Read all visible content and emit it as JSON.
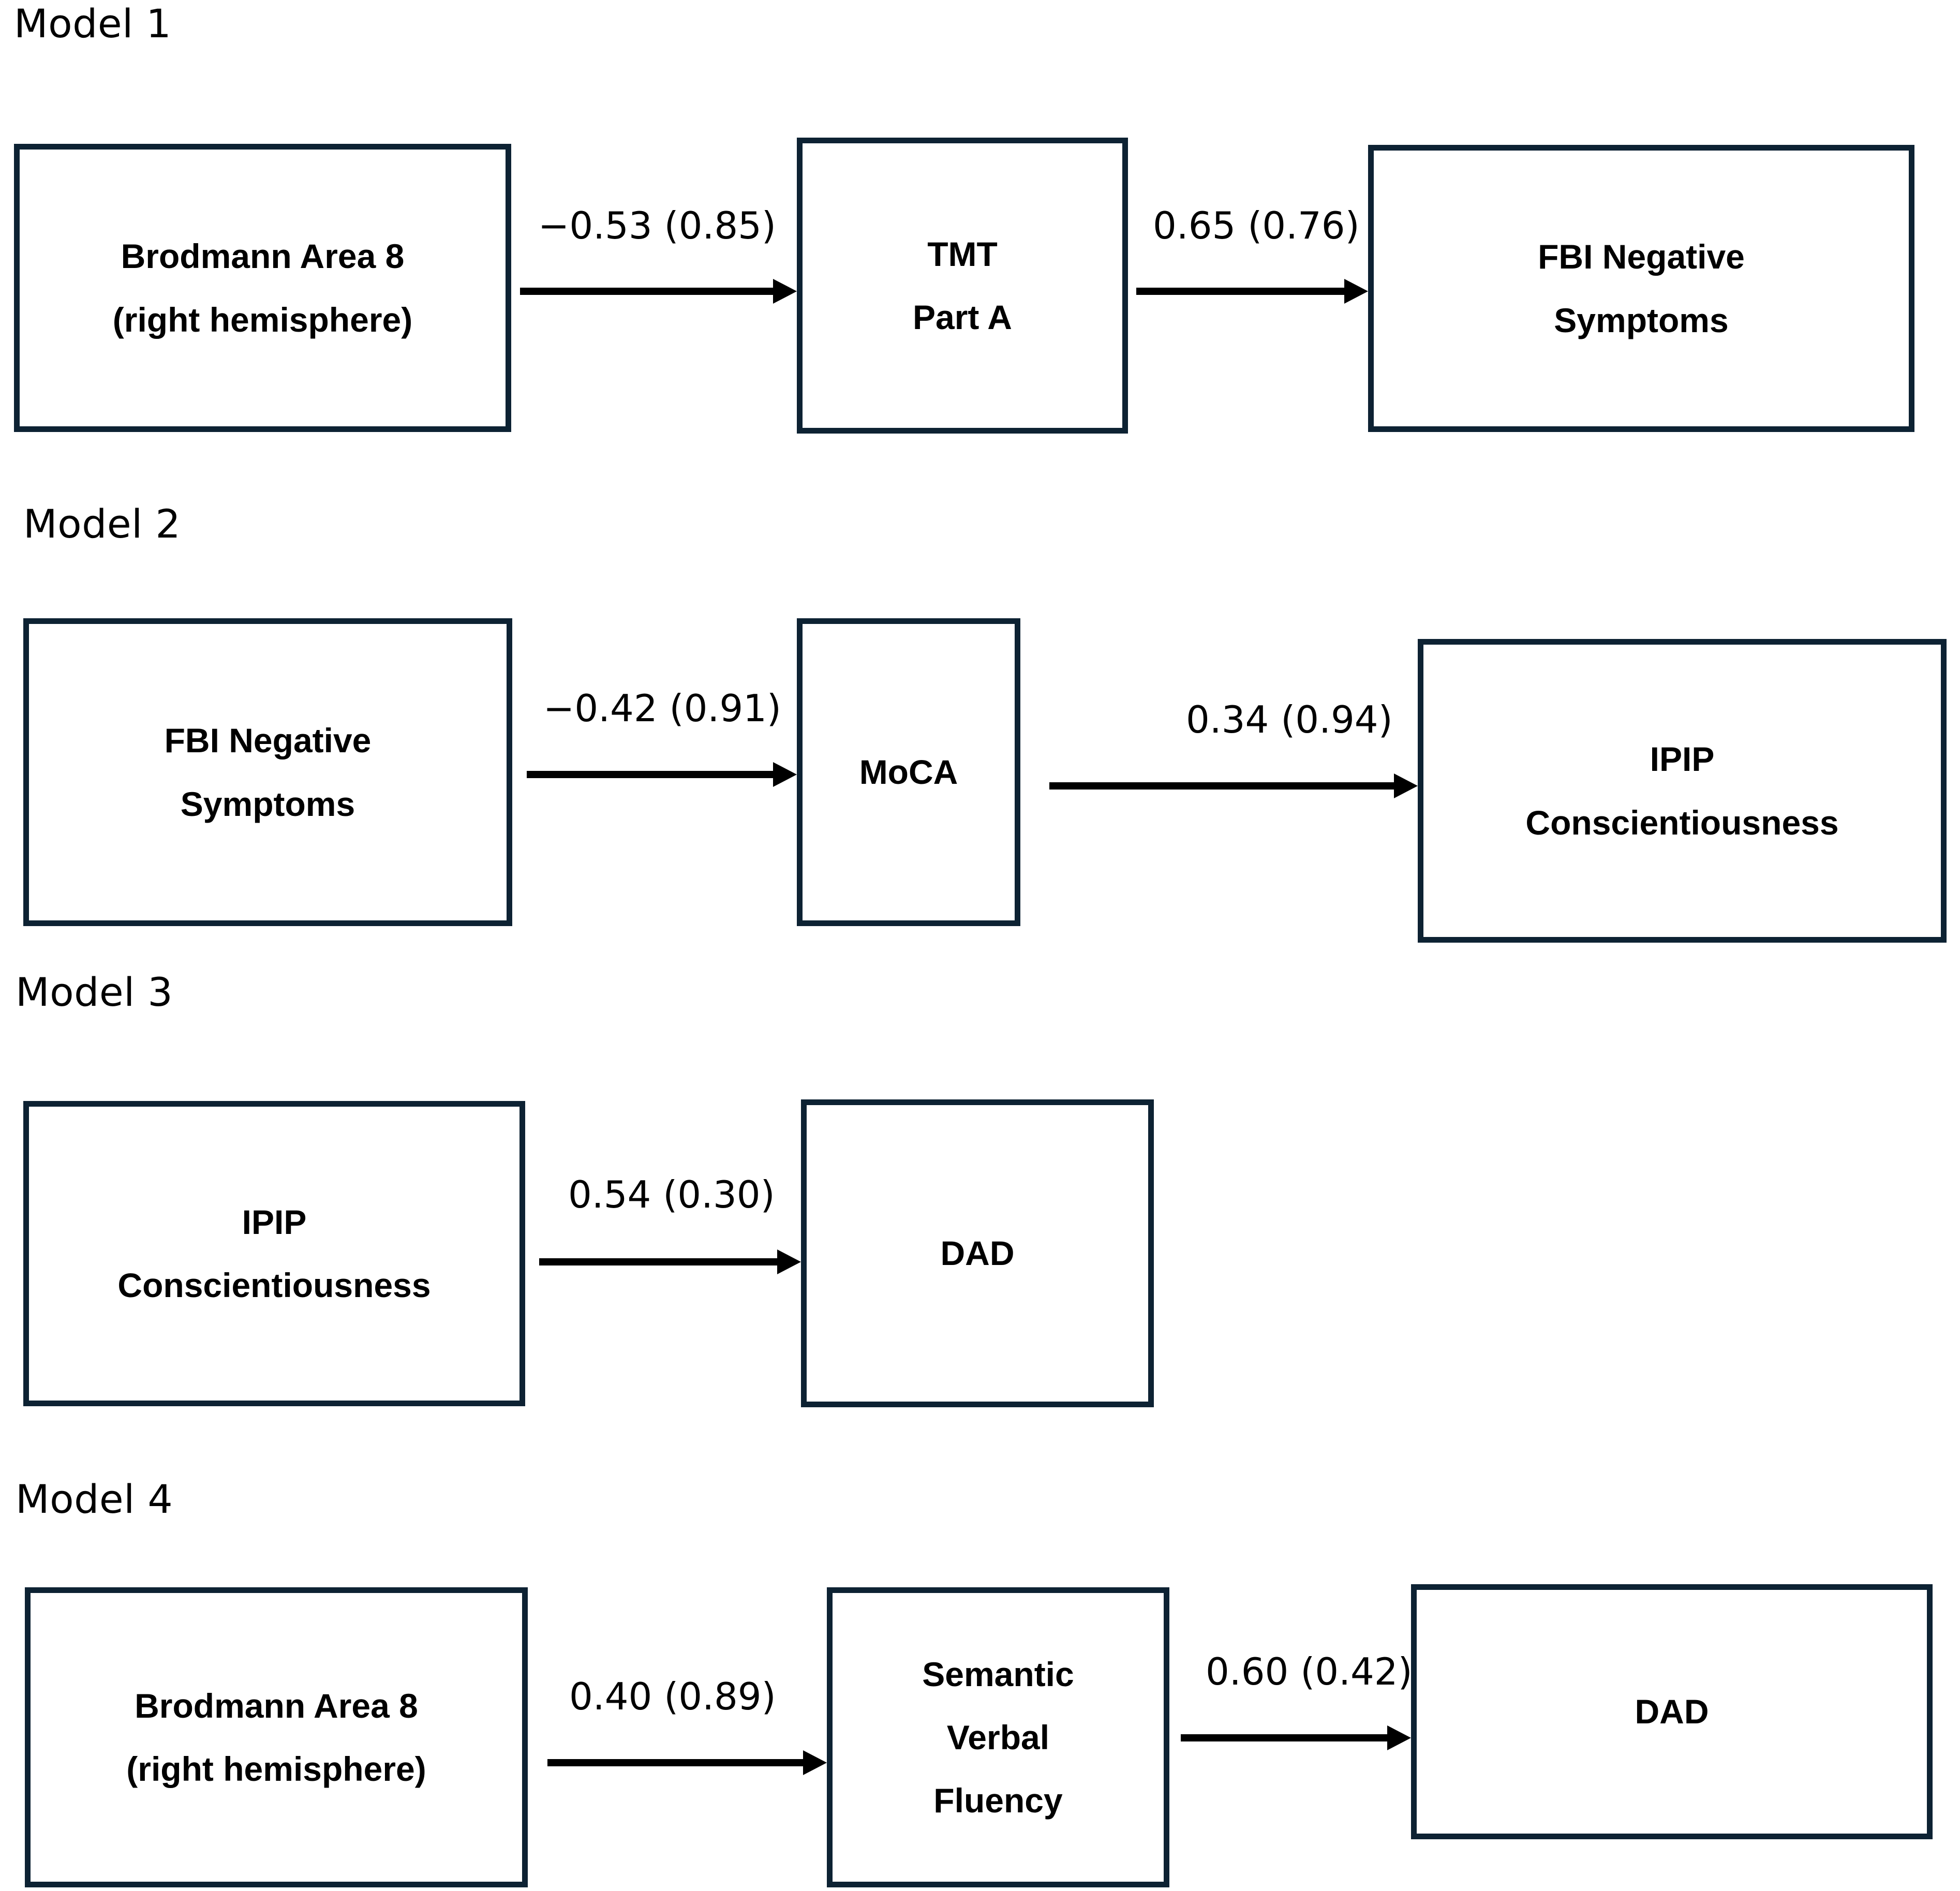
{
  "figure": {
    "type": "path-diagram",
    "background_color": "#ffffff",
    "box_border_color": "#0d2233",
    "text_color": "#000000",
    "arrow_color": "#000000"
  },
  "models": [
    {
      "title": "Model 1",
      "nodes": [
        {
          "id": "m1n1",
          "label": "Brodmann Area 8\n(right hemisphere)"
        },
        {
          "id": "m1n2",
          "label": "TMT\nPart A"
        },
        {
          "id": "m1n3",
          "label": "FBI Negative\nSymptoms"
        }
      ],
      "paths": [
        {
          "from": "m1n1",
          "to": "m1n2",
          "label": "−0.53 (0.85)",
          "estimate": -0.53,
          "se": 0.85
        },
        {
          "from": "m1n2",
          "to": "m1n3",
          "label": "0.65 (0.76)",
          "estimate": 0.65,
          "se": 0.76
        }
      ]
    },
    {
      "title": "Model 2",
      "nodes": [
        {
          "id": "m2n1",
          "label": "FBI Negative\nSymptoms"
        },
        {
          "id": "m2n2",
          "label": "MoCA"
        },
        {
          "id": "m2n3",
          "label": "IPIP\nConscientiousness"
        }
      ],
      "paths": [
        {
          "from": "m2n1",
          "to": "m2n2",
          "label": "−0.42 (0.91)",
          "estimate": -0.42,
          "se": 0.91
        },
        {
          "from": "m2n2",
          "to": "m2n3",
          "label": "0.34 (0.94)",
          "estimate": 0.34,
          "se": 0.94
        }
      ]
    },
    {
      "title": "Model 3",
      "nodes": [
        {
          "id": "m3n1",
          "label": "IPIP\nConscientiousness"
        },
        {
          "id": "m3n2",
          "label": "DAD"
        }
      ],
      "paths": [
        {
          "from": "m3n1",
          "to": "m3n2",
          "label": "0.54 (0.30)",
          "estimate": 0.54,
          "se": 0.3
        }
      ]
    },
    {
      "title": "Model 4",
      "nodes": [
        {
          "id": "m4n1",
          "label": "Brodmann Area 8\n(right hemisphere)"
        },
        {
          "id": "m4n2",
          "label": "Semantic\nVerbal\nFluency"
        },
        {
          "id": "m4n3",
          "label": "DAD"
        }
      ],
      "paths": [
        {
          "from": "m4n1",
          "to": "m4n2",
          "label": "0.40 (0.89)",
          "estimate": 0.4,
          "se": 0.89
        },
        {
          "from": "m4n2",
          "to": "m4n3",
          "label": "0.60 (0.42)",
          "estimate": 0.6,
          "se": 0.42
        }
      ]
    }
  ]
}
